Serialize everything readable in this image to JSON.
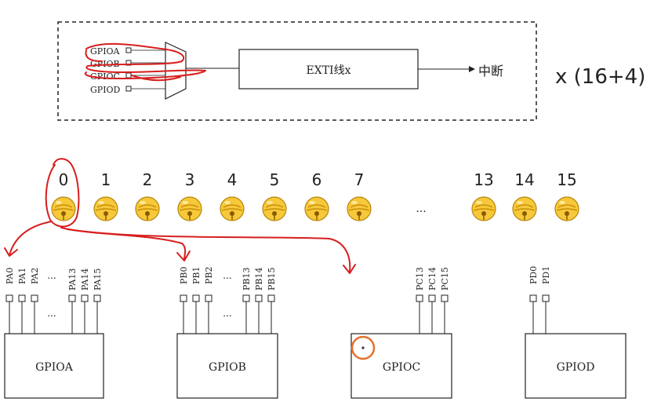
{
  "mux_inputs": [
    "GPIOA",
    "GPIOB",
    "GPIOC",
    "GPIOD"
  ],
  "exti_label": "EXTI线x",
  "interrupt_label": "中断",
  "multiplier": "x (16+4)",
  "lines": {
    "labels": [
      "0",
      "1",
      "2",
      "3",
      "4",
      "5",
      "6",
      "7",
      "13",
      "14",
      "15"
    ],
    "ellipsis": "..."
  },
  "ports": [
    {
      "name": "GPIOA",
      "left_pins": [
        "PA0",
        "PA1",
        "PA2"
      ],
      "right_pins": [
        "PA13",
        "PA14",
        "PA15"
      ],
      "ellipsis": "..."
    },
    {
      "name": "GPIOB",
      "left_pins": [
        "PB0",
        "PB1",
        "PB2"
      ],
      "right_pins": [
        "PB13",
        "PB14",
        "PB15"
      ],
      "ellipsis": "..."
    },
    {
      "name": "GPIOC",
      "left_pins": [],
      "right_pins": [
        "PC13",
        "PC14",
        "PC15"
      ],
      "ellipsis": ""
    },
    {
      "name": "GPIOD",
      "left_pins": [
        "PD0",
        "PD1"
      ],
      "right_pins": [],
      "ellipsis": ""
    }
  ],
  "colors": {
    "bell_fill": "#f6c83a",
    "bell_stroke": "#b8860b",
    "annotation": "#d81e1e",
    "cursor_ring": "#e8702a"
  }
}
